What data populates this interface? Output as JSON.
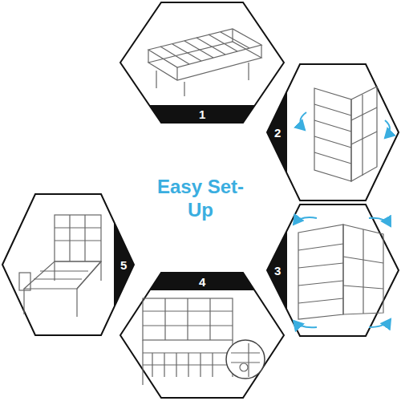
{
  "diagram": {
    "title": "Easy Set-Up",
    "labels": [
      "1",
      "2",
      "3",
      "4",
      "5"
    ]
  }
}
